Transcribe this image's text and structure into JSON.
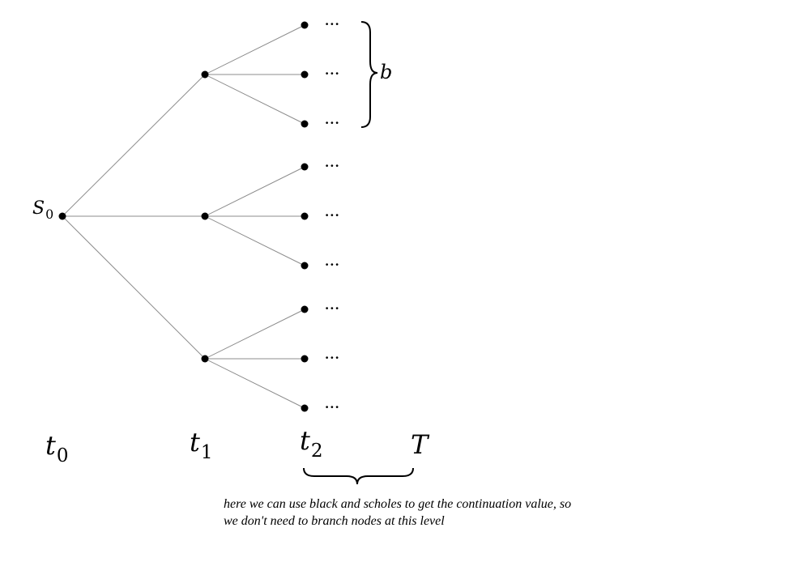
{
  "diagram": {
    "root_label_base": "S",
    "root_label_sub": "0",
    "leaf_marker": "...",
    "branch_label": "b",
    "time_labels": [
      {
        "base": "t",
        "sub": "0"
      },
      {
        "base": "t",
        "sub": "1"
      },
      {
        "base": "t",
        "sub": "2"
      },
      {
        "base": "T",
        "sub": ""
      }
    ],
    "note": "here we can use black and scholes to get the continuation value, so we don't need to branch nodes at this level"
  }
}
